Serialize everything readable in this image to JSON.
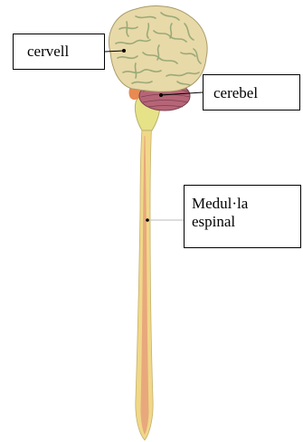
{
  "diagram": {
    "labels": {
      "brain": "cervell",
      "cerebellum": "cerebel",
      "spinal_cord_line1": "Medul·la",
      "spinal_cord_line2": "espinal"
    },
    "colors": {
      "brain_fill": "#e8d9a8",
      "brain_gyri": "#9aaa78",
      "cerebellum_fill": "#b66577",
      "brainstem_fill": "#e6e288",
      "spinal_cord_outer": "#f0d888",
      "spinal_cord_inner": "#e8a87c",
      "pointer_color": "#000000"
    }
  }
}
